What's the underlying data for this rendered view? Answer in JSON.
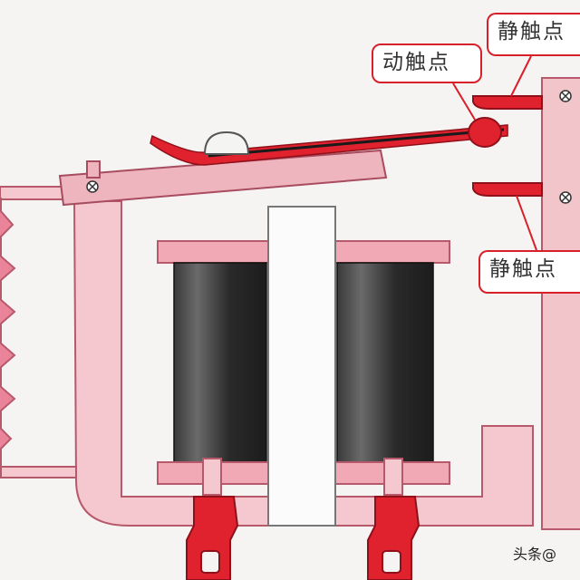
{
  "labels": {
    "moving_contact": "动触点",
    "static_contact_top": "静触点",
    "static_contact_bottom": "静触点"
  },
  "watermark": "头条@",
  "colors": {
    "frame_pink": "#f4c7cd",
    "frame_outline": "#c0566a",
    "armature": "#eab0b8",
    "coil_dark": "#2d2d2d",
    "contact_red": "#e0212e",
    "callout_border": "#d8202a"
  }
}
